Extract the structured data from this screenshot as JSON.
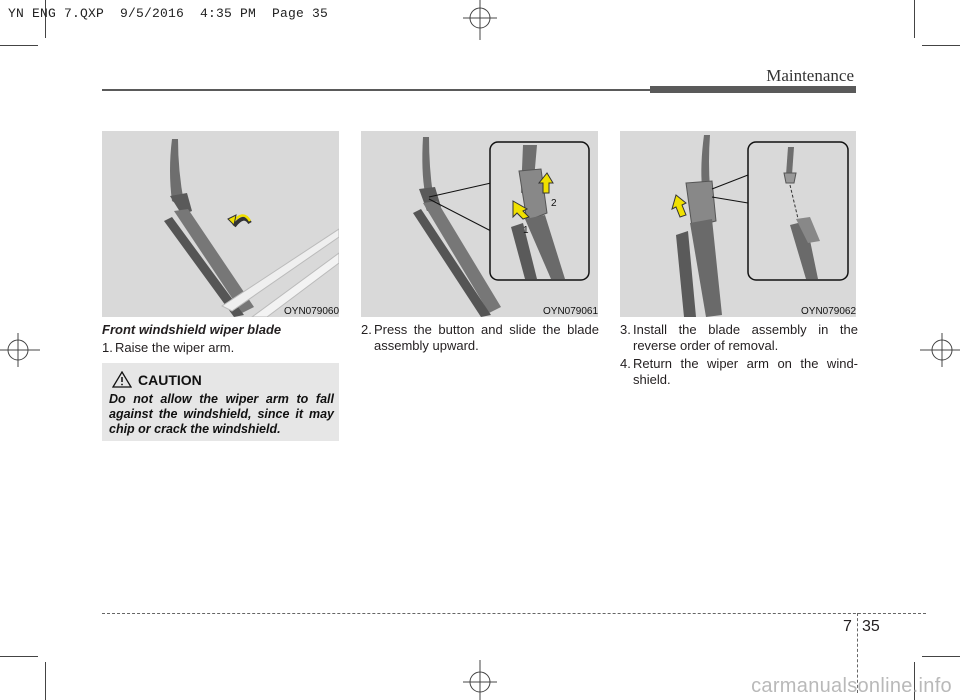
{
  "slug": "YN ENG 7.QXP  9/5/2016  4:35 PM  Page 35",
  "header": {
    "section": "Maintenance"
  },
  "figures": [
    {
      "code": "OYN079060"
    },
    {
      "code": "OYN079061",
      "callouts": [
        "2",
        "1"
      ]
    },
    {
      "code": "OYN079062"
    }
  ],
  "heading": "Front windshield wiper blade",
  "steps": [
    {
      "num": "1.",
      "text": "Raise the wiper arm."
    },
    {
      "num": "2.",
      "text": "Press the button and slide the blade assembly upward."
    },
    {
      "num": "3.",
      "text": "Install the blade assembly in the reverse order of removal."
    },
    {
      "num": "4.",
      "text": "Return the wiper arm on the wind-shield."
    }
  ],
  "caution": {
    "title": "CAUTION",
    "text": "Do not allow the wiper arm to fall against the windshield, since it may chip or crack the windshield."
  },
  "footer": {
    "chapter": "7",
    "page": "35"
  },
  "watermark": "carmanualsonline.info",
  "colors": {
    "figure_bg": "#d9d9d9",
    "caution_bg": "#e6e6e6",
    "arrow_fill": "#f0e000",
    "rule": "#5a5a5a"
  }
}
